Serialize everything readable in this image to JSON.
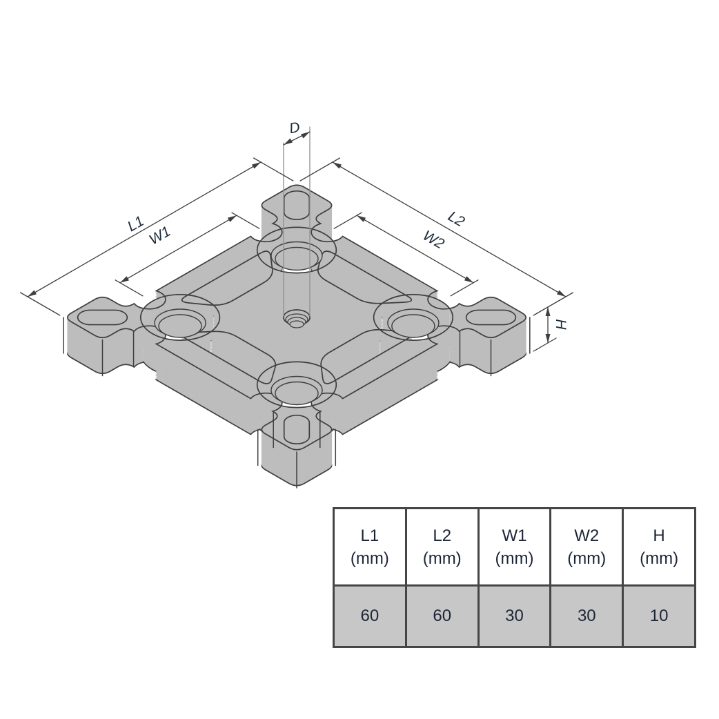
{
  "diagram": {
    "labels": {
      "d": "D",
      "l1": "L1",
      "w1": "W1",
      "l2": "L2",
      "w2": "W2",
      "h": "H"
    }
  },
  "table": {
    "columns": [
      {
        "name": "L1",
        "unit": "(mm)"
      },
      {
        "name": "L2",
        "unit": "(mm)"
      },
      {
        "name": "W1",
        "unit": "(mm)"
      },
      {
        "name": "W2",
        "unit": "(mm)"
      },
      {
        "name": "H",
        "unit": "(mm)"
      }
    ],
    "values": [
      "60",
      "60",
      "30",
      "30",
      "10"
    ]
  },
  "colors": {
    "plate_fill": "#bdbdbd",
    "line": "#3e3e3e",
    "projection_line": "#8f8f8f",
    "label_text": "#1b2a3c",
    "table_border": "#454545",
    "table_header_bg": "#ffffff",
    "table_value_bg": "#c7c7c7"
  }
}
